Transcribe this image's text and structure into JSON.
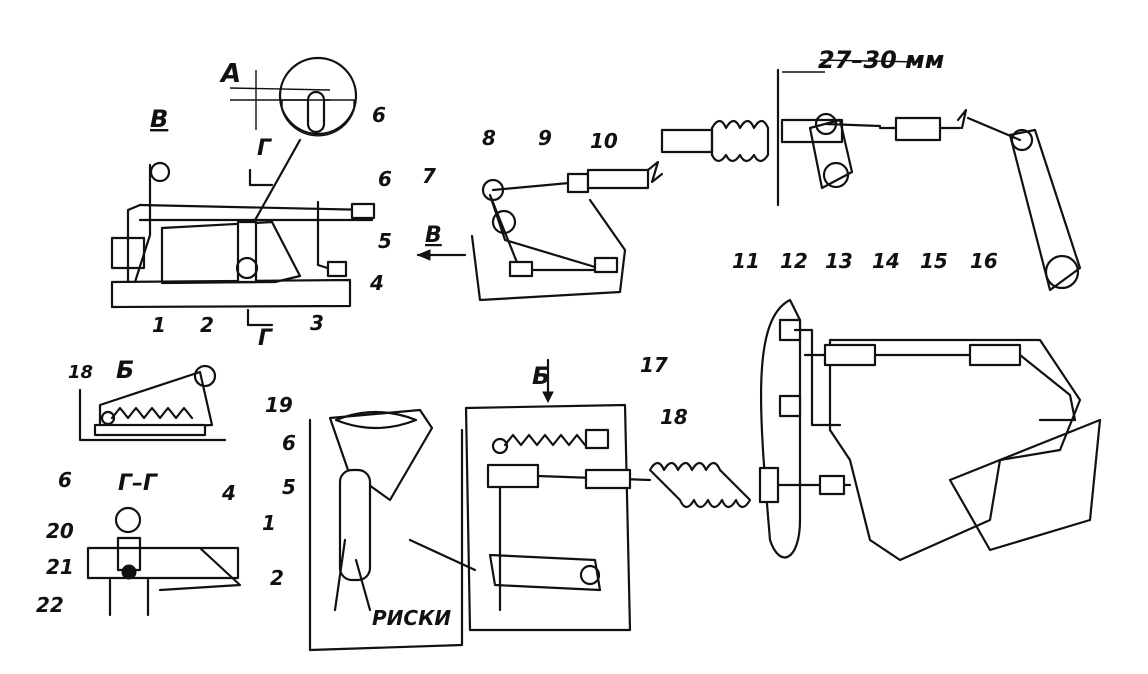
{
  "labels": {
    "n1": "1",
    "n2": "2",
    "n3": "3",
    "n4": "4",
    "n5": "5",
    "n6": "6",
    "n7": "7",
    "n8": "8",
    "n9": "9",
    "n10": "10",
    "n11": "11",
    "n12": "12",
    "n13": "13",
    "n14": "14",
    "n15": "15",
    "n16": "16",
    "n17": "17",
    "n18": "18",
    "n19": "19",
    "n20": "20",
    "n21": "21",
    "n22": "22"
  },
  "views": {
    "view_a": "А",
    "view_b_top": "Б",
    "view_b_mid": "Б",
    "view_v_top": "В",
    "view_v_arrow": "В",
    "section_g_top": "Г",
    "section_g_bottom": "Г",
    "section_gg": "Г–Г"
  },
  "dimension": "27–30 мм",
  "marks_caption": "РИСКИ"
}
